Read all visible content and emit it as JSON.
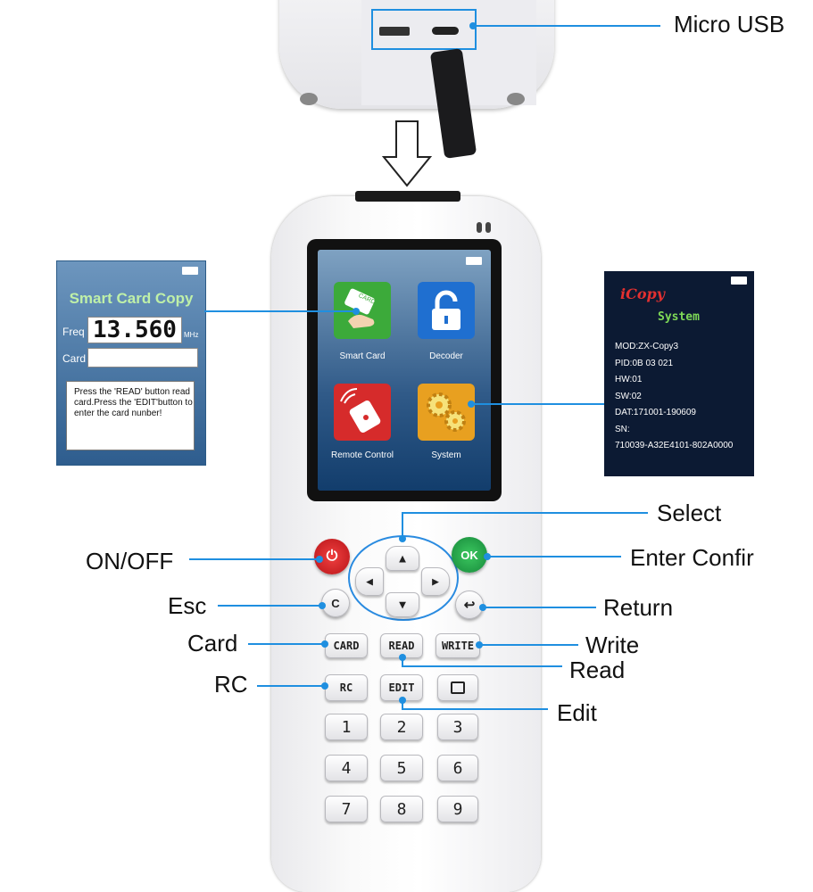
{
  "callouts": {
    "micro_usb": "Micro USB",
    "select": "Select",
    "on_off": "ON/OFF",
    "enter": "Enter  Confir",
    "esc": "Esc",
    "return": "Return",
    "card": "Card",
    "write": "Write",
    "read": "Read",
    "rc": "RC",
    "edit": "Edit"
  },
  "screen": {
    "apps": [
      {
        "label": "Smart Card",
        "icon": "card-hand-icon",
        "color": "#3caa3a"
      },
      {
        "label": "Decoder",
        "icon": "unlock-icon",
        "color": "#1f6fd0"
      },
      {
        "label": "Remote Control",
        "icon": "remote-icon",
        "color": "#d62b2b"
      },
      {
        "label": "System",
        "icon": "gears-icon",
        "color": "#e8a020"
      }
    ],
    "card_tile_text": "CARD"
  },
  "left_panel": {
    "title": "Smart Card Copy",
    "freq_label": "Freq",
    "freq_value": "13.560",
    "freq_unit": "MHz",
    "card_label": "Card",
    "instructions": "Press the 'READ' button read card.Press the 'EDIT'button to enter the card nunber!"
  },
  "right_panel": {
    "brand": "iCopy",
    "title": "System",
    "lines": [
      "MOD:ZX-Copy3",
      "PID:0B 03 021",
      "HW:01",
      "SW:02",
      "DAT:171001-190609",
      "SN:",
      "710039-A32E4101-802A0000"
    ]
  },
  "keys": {
    "ok": "OK",
    "c": "C",
    "card": "CARD",
    "read": "READ",
    "write": "WRITE",
    "rc": "RC",
    "edit": "EDIT",
    "n1": "1",
    "n2": "2",
    "n3": "3",
    "n4": "4",
    "n5": "5",
    "n6": "6",
    "n7": "7",
    "n8": "8",
    "n9": "9"
  },
  "colors": {
    "accent_line": "#1f8fe0",
    "power_button": "#d8232a",
    "ok_button": "#22a84a"
  }
}
